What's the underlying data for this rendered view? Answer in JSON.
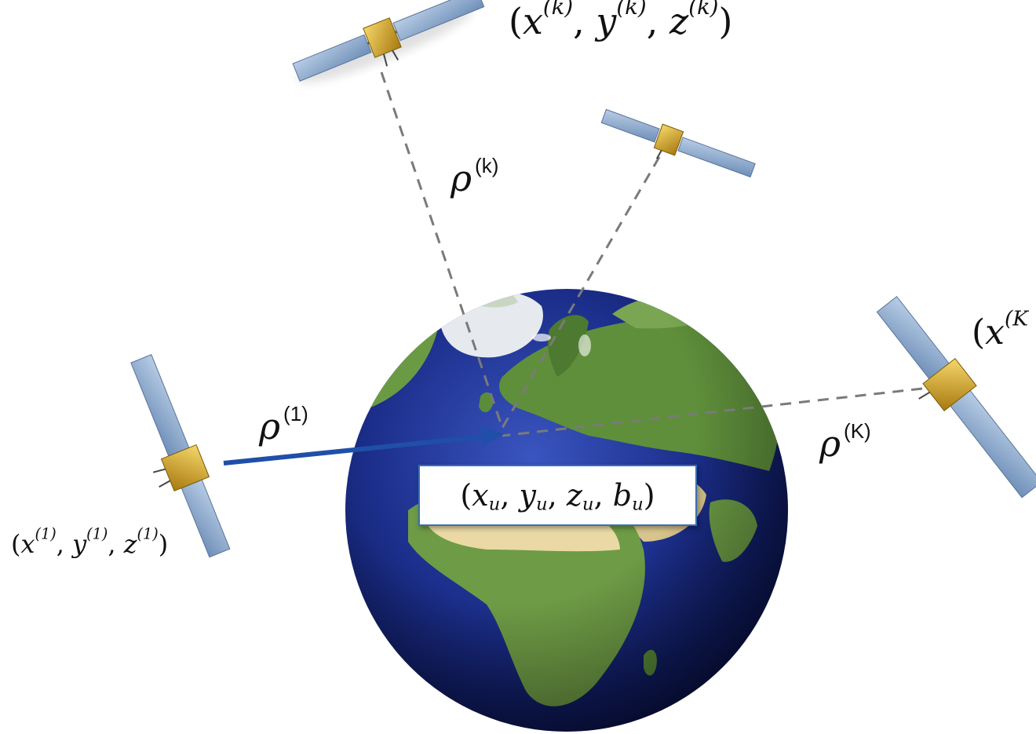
{
  "labels": {
    "sat_k": {
      "x": "x",
      "y": "y",
      "z": "z",
      "sup": "(k)"
    },
    "sat_1": {
      "x": "x",
      "y": "y",
      "z": "z",
      "sup": "(1)"
    },
    "sat_K": {
      "x": "x",
      "sup": "(K"
    },
    "rho_k": {
      "symbol": "ρ",
      "sup": "(k)"
    },
    "rho_1": {
      "symbol": "ρ",
      "sup": "(1)"
    },
    "rho_K": {
      "symbol": "ρ",
      "sup": "(K)"
    },
    "user": {
      "x": "x",
      "y": "y",
      "z": "z",
      "b": "b",
      "sub": "u"
    }
  },
  "colors": {
    "ocean": "#1c2f8c",
    "land": "#5a8c3a",
    "desert": "#e8d9a8",
    "ice": "#f2f4f6",
    "arrow": "#1f4fa8",
    "dashed_line": "#7a7a7a",
    "box_border": "#3a6fb3",
    "solar_panel": "#8fa8c8",
    "satellite_body": "#d9a826"
  },
  "icons": [
    "earth-globe",
    "satellite",
    "satellite",
    "satellite",
    "satellite"
  ]
}
